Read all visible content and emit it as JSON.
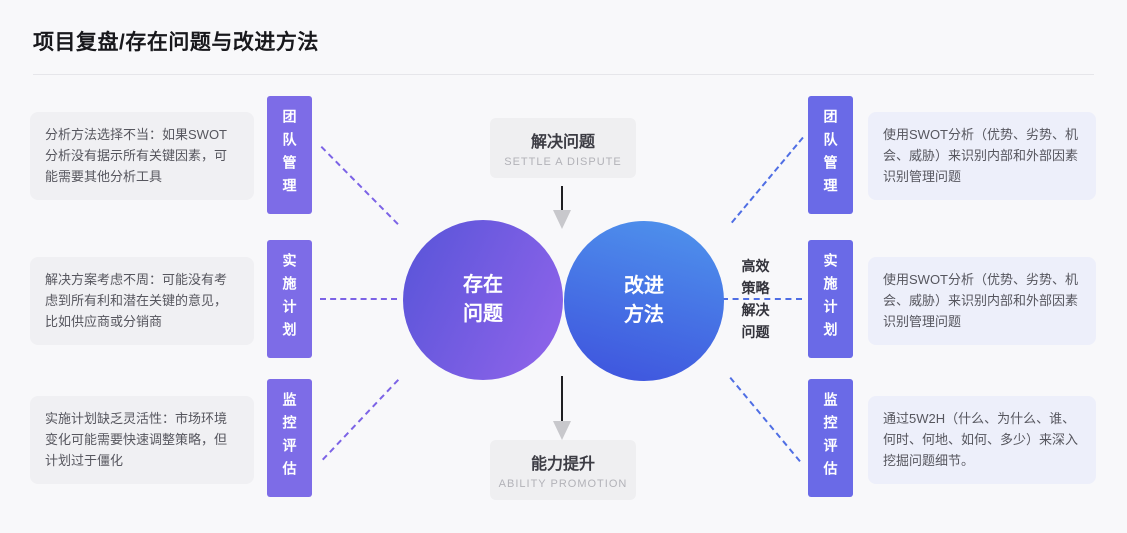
{
  "page": {
    "title": "项目复盘/存在问题与改进方法"
  },
  "left_panel": {
    "items": [
      {
        "label": "团队管理",
        "desc": "分析方法选择不当：如果SWOT分析没有据示所有关键因素，可能需要其他分析工具"
      },
      {
        "label": "实施计划",
        "desc": "解决方案考虑不周：可能没有考虑到所有利和潜在关键的意见，比如供应商或分销商"
      },
      {
        "label": "监控评估",
        "desc": "实施计划缺乏灵活性：市场环境变化可能需要快速调整策略，但计划过于僵化"
      }
    ]
  },
  "right_panel": {
    "items": [
      {
        "label": "团队管理",
        "desc": "使用SWOT分析（优势、劣势、机会、威胁）来识别内部和外部因素识别管理问题"
      },
      {
        "label": "实施计划",
        "desc": "使用SWOT分析（优势、劣势、机会、威胁）来识别内部和外部因素识别管理问题"
      },
      {
        "label": "监控评估",
        "desc": "通过5W2H（什么、为什么、谁、何时、何地、如何、多少）来深入挖掘问题细节。"
      }
    ]
  },
  "center": {
    "top_box": {
      "title": "解决问题",
      "subtitle": "SETTLE A DISPUTE"
    },
    "bottom_box": {
      "title": "能力提升",
      "subtitle": "ABILITY PROMOTION"
    },
    "left_circle": {
      "label": "存在问题"
    },
    "right_circle": {
      "label": "改进方法"
    },
    "strategy_note": "高效策略解决问题"
  },
  "colors": {
    "background": "#f8f8fa",
    "left_label_bg": "#7d6ce7",
    "right_label_bg": "#6a6ae7",
    "left_desc_bg": "#f0f0f3",
    "right_desc_bg": "#edeffa",
    "left_circle_gradient": [
      "#5a55d9",
      "#8c63e9"
    ],
    "right_circle_gradient": [
      "#4e91ec",
      "#3f55de"
    ],
    "left_dash": "#7c63e6",
    "right_dash": "#4f6ee4",
    "arrow_head": "#c8c8cc"
  }
}
